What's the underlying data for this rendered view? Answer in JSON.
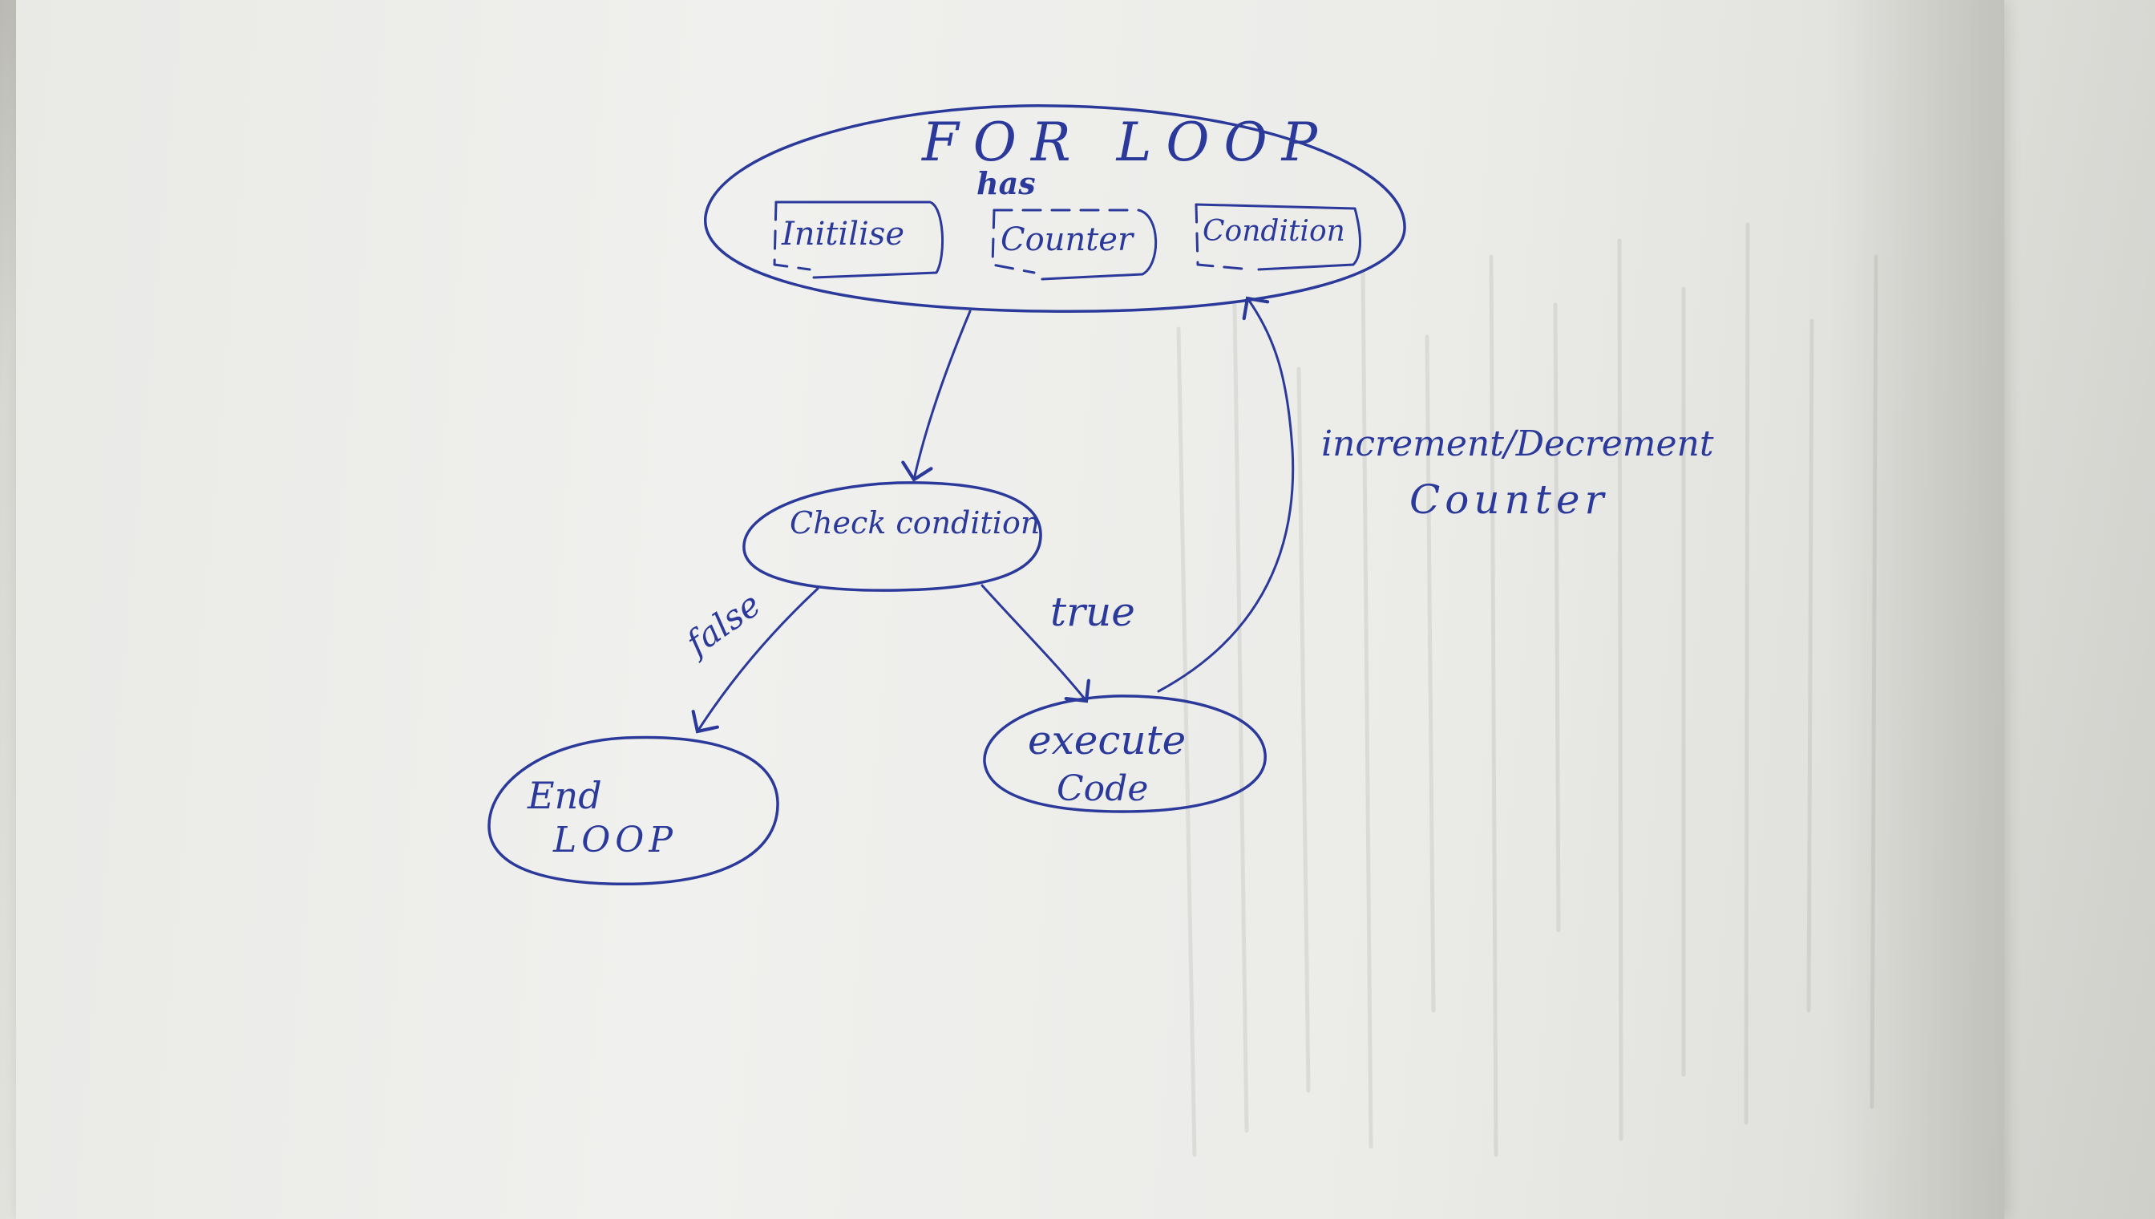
{
  "diagram": {
    "title": "FOR LOOP",
    "subtitle": "has",
    "parts": [
      "Initilise",
      "Counter",
      "Condition"
    ],
    "nodes": {
      "check": "Check condition",
      "execute_line1": "execute",
      "execute_line2": "Code",
      "end_line1": "End",
      "end_line2": "LOOP"
    },
    "edges": {
      "false_label": "false",
      "true_label": "true",
      "loop_label_line1": "increment/Decrement",
      "loop_label_line2": "Counter"
    }
  },
  "colors": {
    "ink": "#2b3a9a",
    "paper": "#eeeeec"
  }
}
